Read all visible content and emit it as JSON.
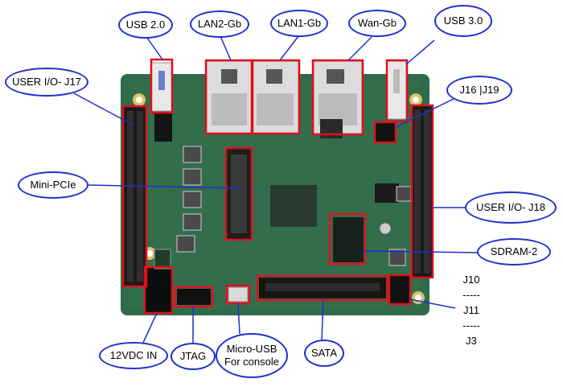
{
  "labels": {
    "usb2": "USB 2.0",
    "lan2": "LAN2-Gb",
    "lan1": "LAN1-Gb",
    "wan": "Wan-Gb",
    "usb3": "USB 3.0",
    "user_io_j17": "USER I/O- J17",
    "j16_j19": "J16 |J19",
    "mini_pcie": "Mini-PCIe",
    "user_io_j18": "USER I/O- J18",
    "sdram": "SDRAM-2",
    "j10": "J10",
    "dash1": "-----",
    "j11": "J11",
    "dash2": "-----",
    "j3": "J3",
    "power": "12VDC IN",
    "jtag": "JTAG",
    "micro_usb_line1": "Micro-USB",
    "micro_usb_line2": "For console",
    "sata": "SATA"
  },
  "colors": {
    "callout_line": "#1f2fcf",
    "highlight_box": "#e0101c",
    "pcb": "#2f6b4a",
    "pcb_dark": "#234f37"
  }
}
